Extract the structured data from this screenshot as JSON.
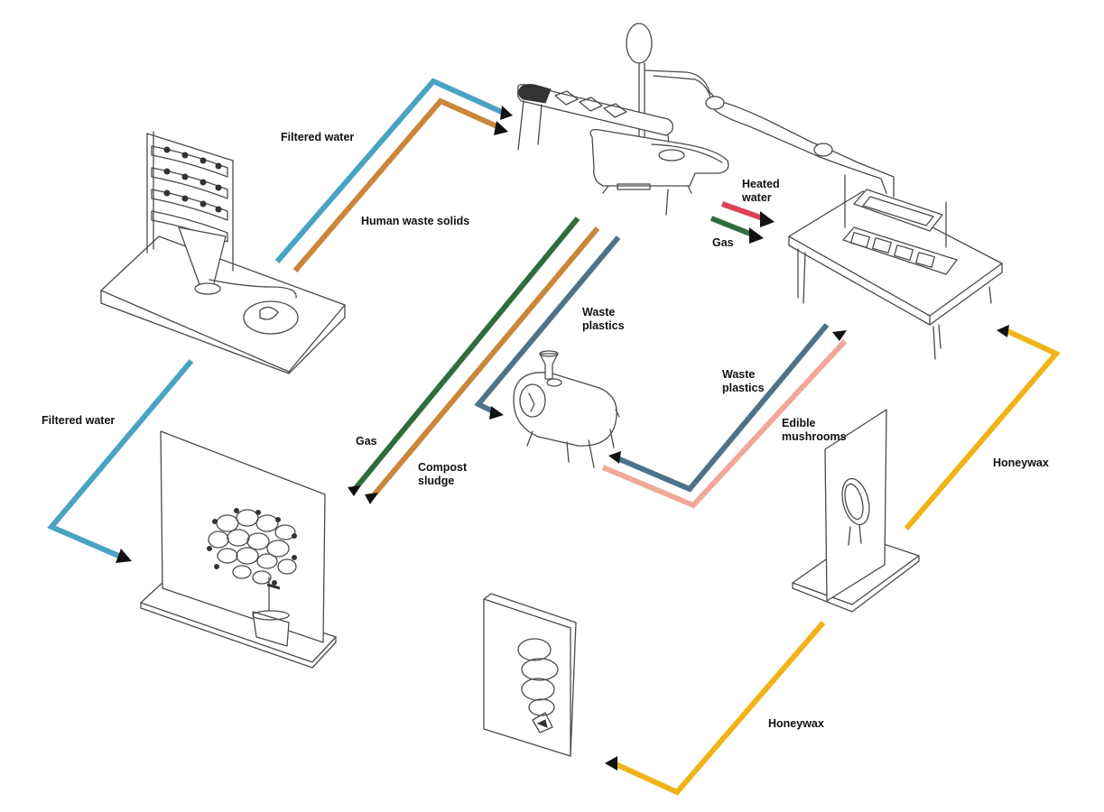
{
  "colors": {
    "filtered_water": "#4aa3c2",
    "human_waste": "#c8873a",
    "gas": "#2e6e3e",
    "waste_plastics": "#4d7388",
    "heated_water": "#d94255",
    "edible_mushrooms": "#f0a898",
    "honeywax": "#f0b418",
    "arrowhead": "#111111",
    "outline": "#4a4a4a"
  },
  "objects": [
    {
      "name": "hydroponic-sink-station",
      "icon": "sink-planter-icon"
    },
    {
      "name": "bathtub-kitchen-unit",
      "icon": "bathtub-icon"
    },
    {
      "name": "cooking-table",
      "icon": "table-icon"
    },
    {
      "name": "biodigester-unit",
      "icon": "digester-icon"
    },
    {
      "name": "plant-wall-panel",
      "icon": "plant-wall-icon"
    },
    {
      "name": "beehive-panel",
      "icon": "beehive-icon"
    },
    {
      "name": "mushroom-wall-panel",
      "icon": "mushroom-panel-icon"
    }
  ],
  "flows": [
    {
      "id": "filtered-water-top",
      "label": "Filtered water",
      "color_key": "filtered_water"
    },
    {
      "id": "human-waste-solids",
      "label": "Human waste solids",
      "color_key": "human_waste"
    },
    {
      "id": "heated-water",
      "label_lines": [
        "Heated",
        "water"
      ],
      "color_key": "heated_water"
    },
    {
      "id": "gas-top",
      "label": "Gas",
      "color_key": "gas"
    },
    {
      "id": "gas-center",
      "label": "Gas",
      "color_key": "gas"
    },
    {
      "id": "compost-sludge",
      "label_lines": [
        "Compost",
        "sludge"
      ],
      "color_key": "human_waste"
    },
    {
      "id": "waste-plastics-top",
      "label_lines": [
        "Waste",
        "plastics"
      ],
      "color_key": "waste_plastics"
    },
    {
      "id": "waste-plastics-right",
      "label_lines": [
        "Waste",
        "plastics"
      ],
      "color_key": "waste_plastics"
    },
    {
      "id": "edible-mushrooms",
      "label_lines": [
        "Edible",
        "mushrooms"
      ],
      "color_key": "edible_mushrooms"
    },
    {
      "id": "filtered-water-left",
      "label": "Filtered water",
      "color_key": "filtered_water"
    },
    {
      "id": "honeywax-right",
      "label": "Honeywax",
      "color_key": "honeywax"
    },
    {
      "id": "honeywax-bottom",
      "label": "Honeywax",
      "color_key": "honeywax"
    }
  ]
}
